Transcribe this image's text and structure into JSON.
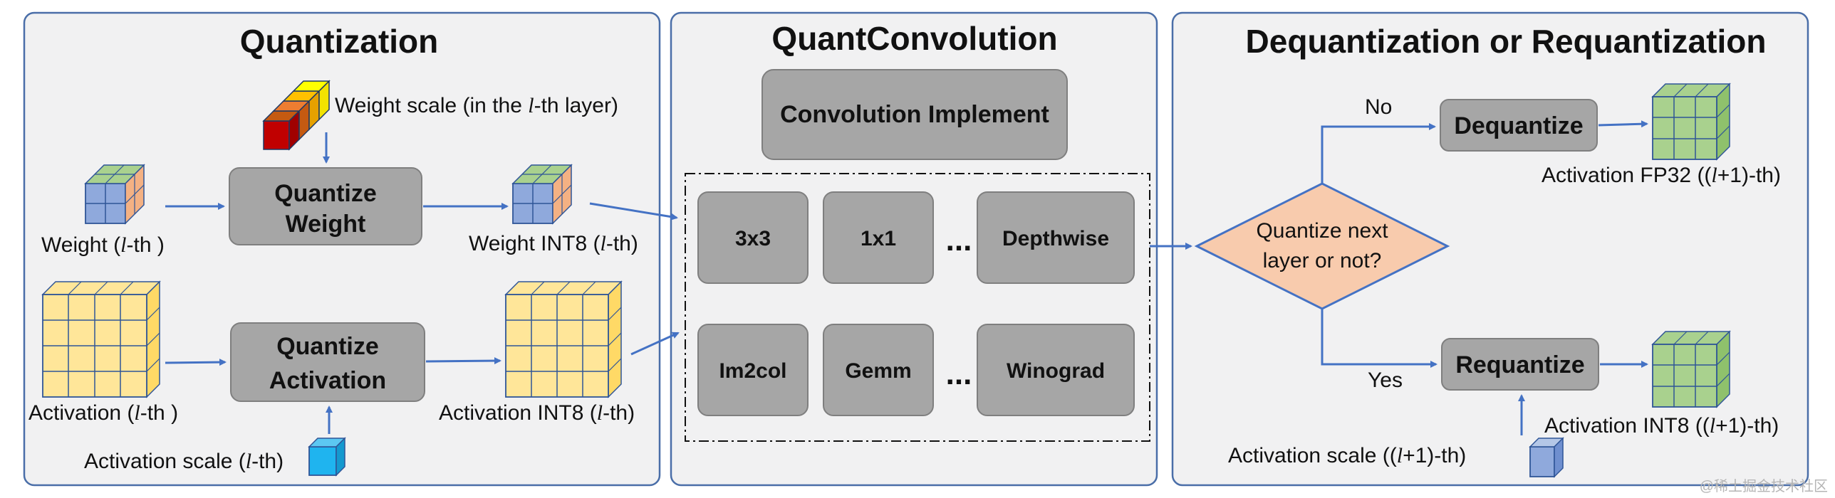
{
  "panels": {
    "quantization": {
      "title": "Quantization",
      "weight_scale_label": "Weight scale (in the ",
      "weight_scale_label_end": "-th layer)",
      "quantize_weight": [
        "Quantize",
        "Weight"
      ],
      "quantize_activation": [
        "Quantize",
        "Activation"
      ],
      "weight_label": "Weight (",
      "weight_label_end": "-th )",
      "weight_int8_label": "Weight INT8 (",
      "weight_int8_label_end": "-th)",
      "activation_label": "Activation (",
      "activation_label_end": "-th )",
      "activation_int8_label": "Activation INT8 (",
      "activation_int8_label_end": "-th)",
      "activation_scale_label": "Activation scale (",
      "activation_scale_label_end": "-th)"
    },
    "quant_convolution": {
      "title": "QuantConvolution",
      "implement_label": "Convolution Implement",
      "row1": [
        "3x3",
        "1x1",
        "Depthwise"
      ],
      "row2": [
        "Im2col",
        "Gemm",
        "Winograd"
      ],
      "ellipsis": "..."
    },
    "dequant": {
      "title": "Dequantization or Requantization",
      "decision": [
        "Quantize next",
        "layer or not?"
      ],
      "no_label": "No",
      "yes_label": "Yes",
      "dequantize": "Dequantize",
      "requantize": "Requantize",
      "fp32_label": "Activation FP32 ((",
      "fp32_label_end": "+1)-th)",
      "int8_label": "Activation INT8 ((",
      "int8_label_end": "+1)-th)",
      "act_scale_label": "Activation scale ((",
      "act_scale_label_end": "+1)-th)"
    }
  },
  "layer_symbol": "l",
  "watermark": "@稀土掘金技术社区",
  "colors": {
    "panel_bg": "#f1f1f2",
    "panel_border": "#4a6ea8",
    "box_fill": "#a6a6a6",
    "box_stroke": "#7f7f7f",
    "arrow": "#4472c4",
    "cube_blue": "#8fa9dc",
    "cube_yellow": "#ffe699",
    "cube_green": "#a9d18e",
    "cube_cyan": "#1fb4ef",
    "diamond_fill": "#f8cbad"
  }
}
